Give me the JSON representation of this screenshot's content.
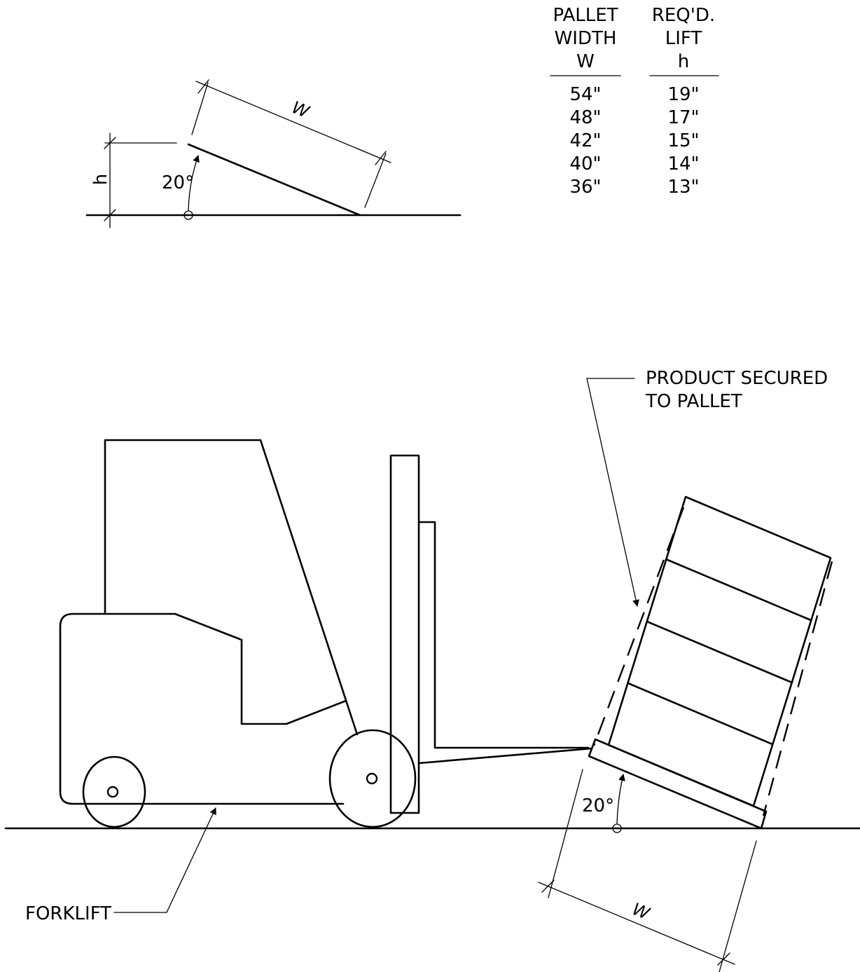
{
  "table": {
    "col1_header": [
      "PALLET",
      "WIDTH",
      "W"
    ],
    "col2_header": [
      "REQ'D.",
      "LIFT",
      "h"
    ],
    "rows": [
      {
        "width": "54\"",
        "lift": "19\""
      },
      {
        "width": "48\"",
        "lift": "17\""
      },
      {
        "width": "42\"",
        "lift": "15\""
      },
      {
        "width": "40\"",
        "lift": "14\""
      },
      {
        "width": "36\"",
        "lift": "13\""
      }
    ]
  },
  "detail": {
    "width_label": "W",
    "height_label": "h",
    "angle_label": "20°"
  },
  "main": {
    "product_note_line1": "PRODUCT SECURED",
    "product_note_line2": "TO PALLET",
    "forklift_label": "FORKLIFT",
    "angle_label": "20°",
    "width_label": "W"
  }
}
